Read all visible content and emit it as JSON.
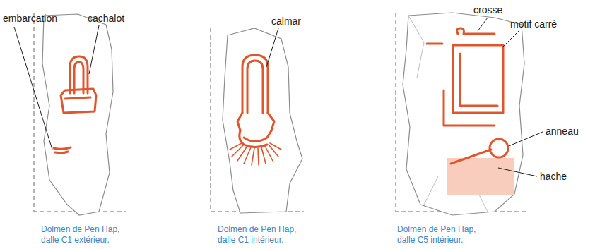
{
  "diagram": {
    "labels": [
      "embarcation",
      "cachalot",
      "calmar",
      "crosse",
      "motif carré",
      "anneau",
      "hache",
      "Dolmen de Pen Hap, dalle C1 extérieur.",
      "Dolmen de Pen Hap, dalle C1 intérieur.",
      "Dolmen de Pen Hap, dalle C5 intérieur."
    ]
  }
}
